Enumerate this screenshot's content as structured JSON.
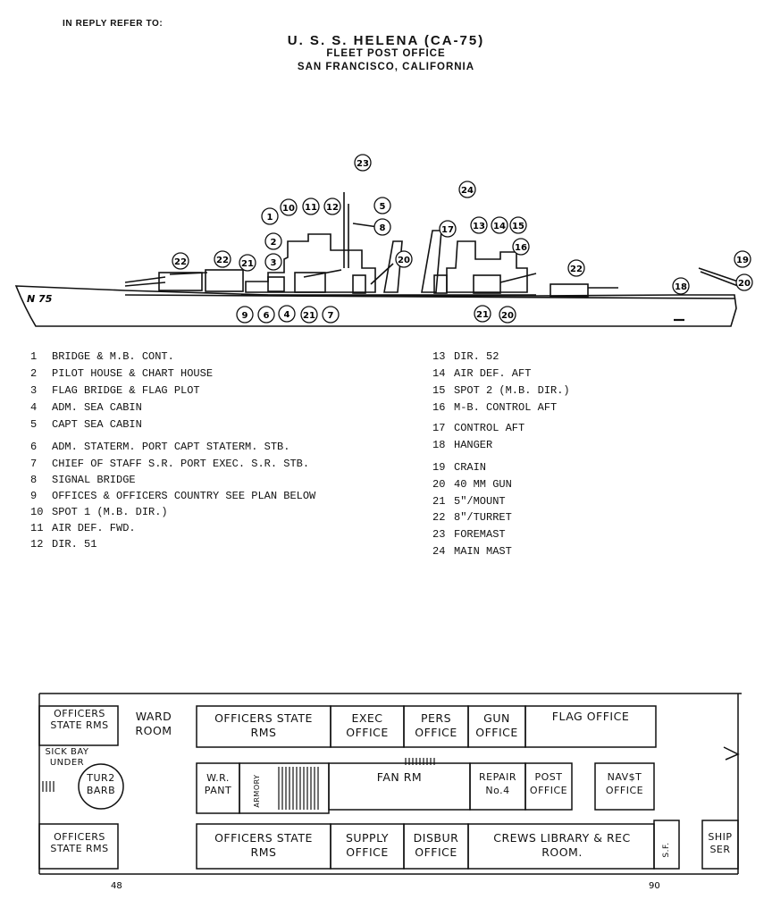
{
  "letterhead": {
    "reply": "IN REPLY REFER TO:",
    "ship": "U. S. S. HELENA (CA-75)",
    "fpo": "FLEET POST OFFICE",
    "city": "SAN FRANCISCO, CALIFORNIA"
  },
  "hull_mark": "N 75",
  "legend_left": [
    {
      "n": "1",
      "t": "BRIDGE & M.B. CONT."
    },
    {
      "n": "2",
      "t": "PILOT HOUSE & CHART HOUSE"
    },
    {
      "n": "3",
      "t": "FLAG BRIDGE & FLAG PLOT"
    },
    {
      "n": "4",
      "t": "ADM. SEA CABIN"
    },
    {
      "n": "5",
      "t": "CAPT SEA CABIN"
    },
    {
      "n": "6",
      "t": "ADM. STATERM. PORT  CAPT STATERM. STB."
    },
    {
      "n": "7",
      "t": "CHIEF OF STAFF S.R. PORT EXEC. S.R. STB."
    },
    {
      "n": "8",
      "t": "SIGNAL BRIDGE"
    },
    {
      "n": "9",
      "t": "OFFICES & OFFICERS COUNTRY SEE PLAN BELOW"
    },
    {
      "n": "10",
      "t": "SPOT 1 (M.B. DIR.)"
    },
    {
      "n": "11",
      "t": "AIR DEF. FWD."
    },
    {
      "n": "12",
      "t": "DIR. 51"
    }
  ],
  "legend_right": [
    {
      "n": "13",
      "t": "DIR. 52"
    },
    {
      "n": "14",
      "t": "AIR DEF. AFT"
    },
    {
      "n": "15",
      "t": "SPOT 2 (M.B. DIR.)"
    },
    {
      "n": "16",
      "t": "M-B. CONTROL AFT"
    },
    {
      "n": "17",
      "t": "CONTROL AFT"
    },
    {
      "n": "18",
      "t": "HANGER"
    },
    {
      "n": "19",
      "t": "CRAIN"
    },
    {
      "n": "20",
      "t": "40 MM GUN"
    },
    {
      "n": "21",
      "t": "5\"/MOUNT"
    },
    {
      "n": "22",
      "t": "8\"/TURRET"
    },
    {
      "n": "23",
      "t": "FOREMAST"
    },
    {
      "n": "24",
      "t": "MAIN MAST"
    }
  ],
  "callouts": [
    "22",
    "22",
    "21",
    "1",
    "2",
    "3",
    "10",
    "11",
    "12",
    "23",
    "5",
    "8",
    "20",
    "24",
    "17",
    "13",
    "14",
    "15",
    "16",
    "22",
    "18",
    "19",
    "20",
    "9",
    "6",
    "4",
    "21",
    "7",
    "21",
    "20"
  ],
  "plan": {
    "officers_state_rms_1": "OFFICERS STATE RMS",
    "ward_room": "WARD ROOM",
    "officers_state_rms_2": "OFFICERS STATE RMS",
    "exec_office": "EXEC OFFICE",
    "pers_office": "PERS OFFICE",
    "gun_office": "GUN OFFICE",
    "flag_office": "FLAG OFFICE",
    "sick_bay": "SICK BAY UNDER",
    "tur2": "TUR2 BARB",
    "wr_pant": "W.R. PANT",
    "armory": "ARMORY",
    "fan_rm": "FAN RM",
    "repair": "REPAIR No.4",
    "post_office": "POST OFFICE",
    "navst_office": "NAV$T OFFICE",
    "officers_state_rms_3": "OFFICERS STATE RMS",
    "officers_state_rms_4": "OFFICERS STATE RMS",
    "supply_office": "SUPPLY OFFICE",
    "disbur_office": "DISBUR OFFICE",
    "crews_library": "CREWS LIBRARY & REC ROOM.",
    "sf": "S.F.",
    "ship_ser": "SHIP SER",
    "frame_48": "48",
    "frame_90": "90"
  }
}
